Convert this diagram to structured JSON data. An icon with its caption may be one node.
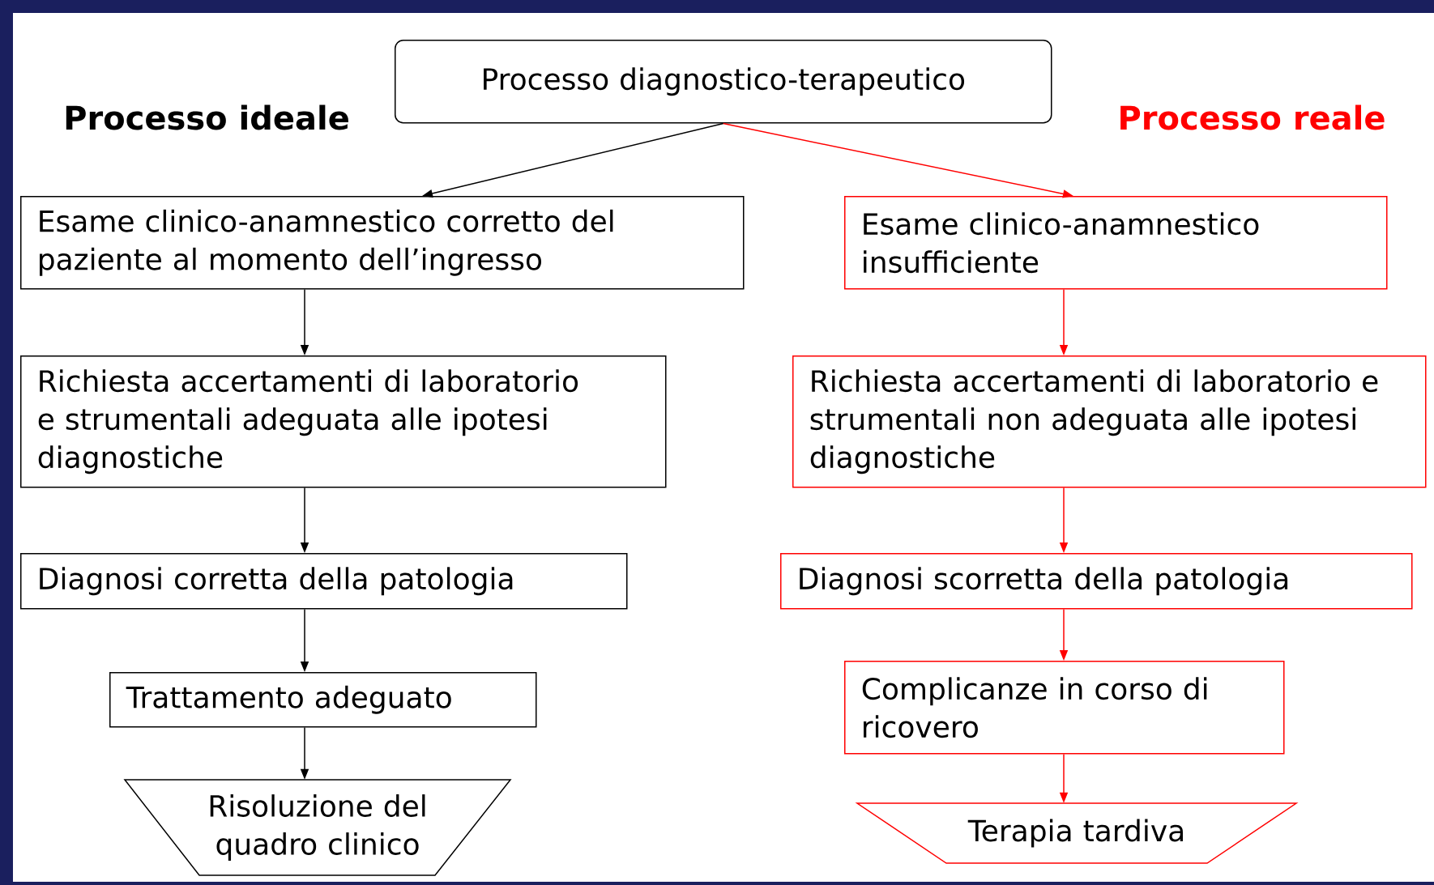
{
  "diagram": {
    "nodes": [
      {
        "text": [
          "Processo diagnostico-terapeutico"
        ]
      },
      {
        "text": [
          "Esame clinico-anamnestico corretto del paziente al momento dell’ingresso"
        ]
      },
      {
        "text": [
          "Richiesta accertamenti di laboratorio e strumentali adeguata alle ipotesi diagnostiche"
        ]
      },
      {
        "text": [
          "Diagnosi corretta della patologia"
        ]
      },
      {
        "text": [
          "Trattamento adeguato"
        ]
      },
      {
        "text": [
          "Risoluzione del quadro clinico"
        ]
      },
      {
        "text": [
          "Esame clinico-anamnestico insufficiente"
        ]
      },
      {
        "text": [
          "Richiesta accertamenti di laboratorio e strumentali non adeguata alle ipotesi diagnostiche"
        ]
      },
      {
        "text": [
          "Diagnosi scorretta della patologia"
        ]
      },
      {
        "text": [
          "Complicanze in corso di ricovero"
        ]
      },
      {
        "text": [
          "Terapia tardiva"
        ]
      }
    ],
    "edges": [
      {
        "from": 0,
        "to": 1,
        "arrow": "to"
      },
      {
        "from": 1,
        "to": 2,
        "arrow": "to"
      },
      {
        "from": 2,
        "to": 3,
        "arrow": "to"
      },
      {
        "from": 3,
        "to": 4,
        "arrow": "to"
      },
      {
        "from": 4,
        "to": 5,
        "arrow": "to"
      },
      {
        "from": 0,
        "to": 6,
        "arrow": "to",
        "color": "#ff0000"
      },
      {
        "from": 6,
        "to": 7,
        "arrow": "to",
        "color": "#ff0000"
      },
      {
        "from": 7,
        "to": 8,
        "arrow": "to",
        "color": "#ff0000"
      },
      {
        "from": 8,
        "to": 9,
        "arrow": "to",
        "color": "#ff0000"
      },
      {
        "from": 9,
        "to": 10,
        "arrow": "to",
        "color": "#ff0000"
      }
    ],
    "labels": [
      "Processo ideale",
      "Processo reale"
    ]
  }
}
